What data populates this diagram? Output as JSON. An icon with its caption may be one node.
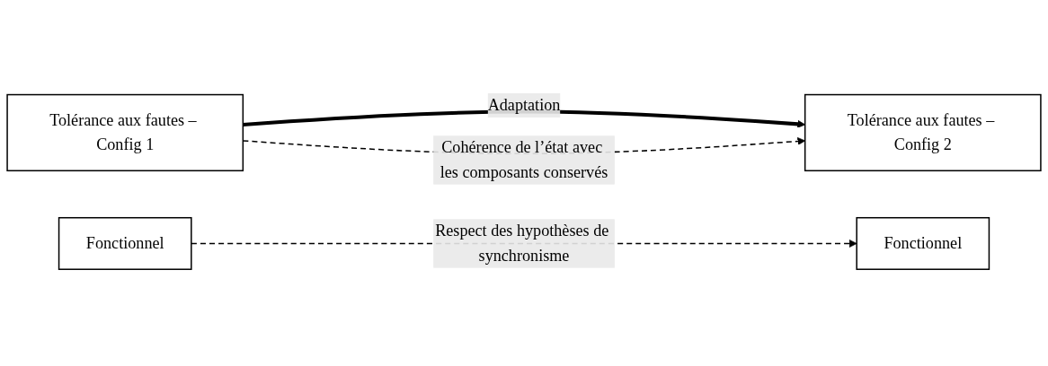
{
  "diagram": {
    "nodes": [
      {
        "text": [
          "Tolérance aux fautes – Config 1"
        ]
      },
      {
        "text": [
          "Tolérance aux fautes – Config 2"
        ]
      },
      {
        "text": [
          "Fonctionnel"
        ]
      },
      {
        "text": [
          "Fonctionnel"
        ]
      }
    ],
    "edges": [
      {
        "from": 0,
        "to": 1,
        "arrow": "to",
        "label": "Adaptation",
        "style": "thick"
      },
      {
        "from": 0,
        "to": 1,
        "arrow": "to",
        "label": "Cohérence de l’état avec les composants conservés",
        "style": "dashed"
      },
      {
        "from": 2,
        "to": 3,
        "arrow": "to",
        "label": "Respect des hypothèses de synchronisme",
        "style": "dashed"
      }
    ]
  }
}
